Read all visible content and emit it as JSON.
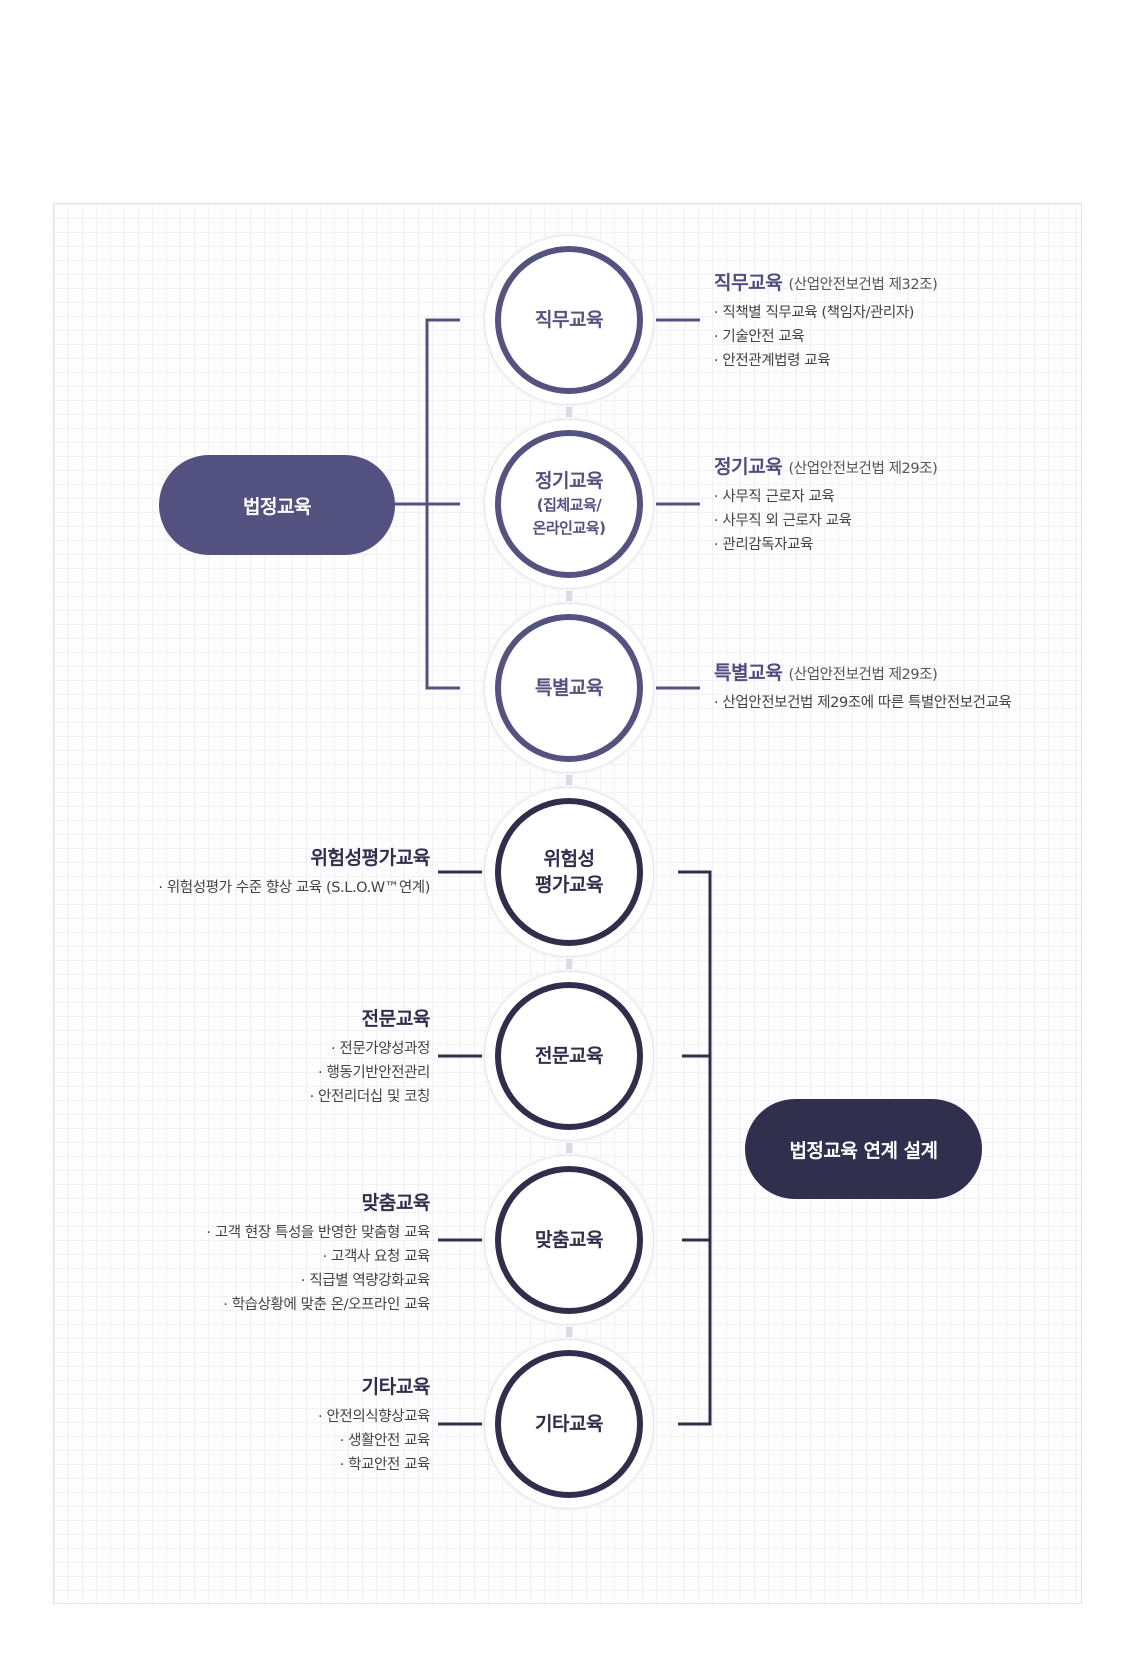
{
  "legal_group": {
    "label": "법정교육",
    "nodes": [
      {
        "id": "job",
        "label": "직무교육",
        "sub": "",
        "title": "직무교육",
        "law": "(산업안전보건법 제32조)",
        "items": [
          "직책별 직무교육 (책임자/관리자)",
          "기술안전 교육",
          "안전관계법령 교육"
        ]
      },
      {
        "id": "regular",
        "label": "정기교육",
        "sub": "(집체교육/\n온라인교육)",
        "title": "정기교육",
        "law": "(산업안전보건법 제29조)",
        "items": [
          "사무직 근로자 교육",
          "사무직 외 근로자 교육",
          "관리감독자교육"
        ]
      },
      {
        "id": "special",
        "label": "특별교육",
        "sub": "",
        "title": "특별교육",
        "law": "(산업안전보건법 제29조)",
        "items": [
          "산업안전보건법 제29조에 따른 특별안전보건교육"
        ]
      }
    ]
  },
  "linked_group": {
    "label": "법정교육 연계 설계",
    "nodes": [
      {
        "id": "risk",
        "label": "위험성\n평가교육",
        "title": "위험성평가교육",
        "items": [
          "위험성평가 수준 향상 교육 (S.L.O.W™연계)"
        ]
      },
      {
        "id": "expert",
        "label": "전문교육",
        "title": "전문교육",
        "items": [
          "전문가양성과정",
          "행동기반안전관리",
          "안전리더십 및 코칭"
        ]
      },
      {
        "id": "custom",
        "label": "맞춤교육",
        "title": "맞춤교육",
        "items": [
          "고객 현장 특성을 반영한 맞춤형 교육",
          "고객사 요청 교육",
          "직급별 역량강화교육",
          "학습상황에 맞춘 온/오프라인 교육"
        ]
      },
      {
        "id": "etc",
        "label": "기타교육",
        "title": "기타교육",
        "items": [
          "안전의식향상교육",
          "생활안전 교육",
          "학교안전 교육"
        ]
      }
    ]
  },
  "colors": {
    "legal": "#54527f",
    "linked": "#2f2e4b",
    "connector": "#dcdce2"
  }
}
